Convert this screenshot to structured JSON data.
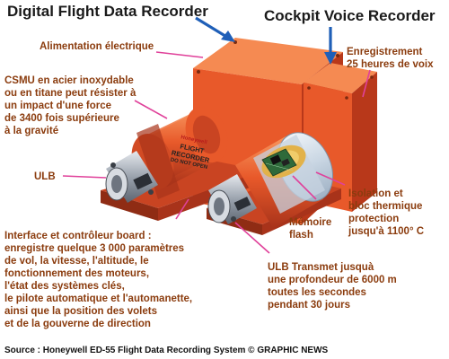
{
  "titles": {
    "dfdr": "Digital Flight Data Recorder",
    "cvr": "Cockpit Voice Recorder"
  },
  "labels": {
    "power": "Alimentation électrique",
    "recording": [
      "Enregistrement",
      "25 heures de voix"
    ],
    "csmu": [
      "CSMU en acier inoxydable",
      "ou  en titane peut résister à",
      "un impact d'une force",
      "de 3400 fois supérieure",
      "à la gravité"
    ],
    "ulb": "ULB",
    "insulation": [
      "Isolation et",
      "bloc thermique",
      "protection",
      "jusqu'à 1100° C"
    ],
    "memory": [
      "Mémoire",
      "flash"
    ],
    "interface": [
      "Interface et contrôleur board :",
      "enregistre quelque 3 000 paramètres",
      "de vol, la vitesse, l'altitude, le",
      "fonctionnement des moteurs,",
      "l'état des systèmes clés,",
      "le pilote automatique et l'automanette,",
      "ainsi que la position des volets",
      "et de la gouverne de direction"
    ],
    "ulb_transmit": [
      "ULB Transmet jusquà",
      "une profondeur de 6000 m",
      "toutes les secondes",
      "pendant 30 jours"
    ]
  },
  "sticker": {
    "brand": "Honeywell",
    "lines": [
      "FLIGHT",
      "RECORDER",
      "DO NOT OPEN"
    ]
  },
  "source": "Source : Honeywell ED-55 Flight Data Recording System   © GRAPHIC NEWS",
  "colors": {
    "label_text": "#8b3c0e",
    "title_text": "#1a1a1a",
    "callout_line": "#e0419a",
    "title_arrow": "#1f5fb8",
    "recorder_orange": "#e8592a",
    "recorder_dark": "#b8381a",
    "recorder_light": "#f58a52"
  }
}
